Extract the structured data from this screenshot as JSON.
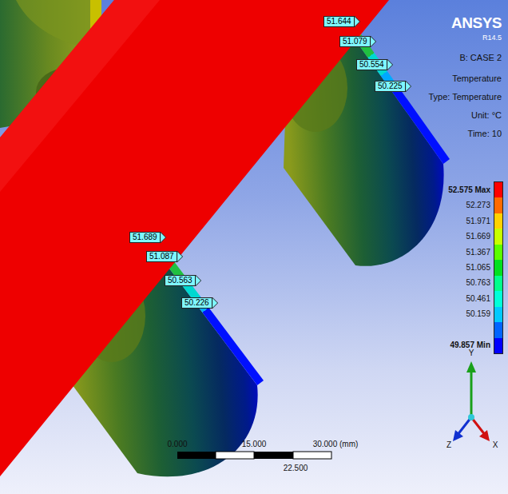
{
  "diagram": {
    "nodes": [
      {
        "text": [
          "51.644"
        ]
      },
      {
        "text": [
          "51.079"
        ]
      },
      {
        "text": [
          "50.554"
        ]
      },
      {
        "text": [
          "50.225"
        ]
      },
      {
        "text": [
          "51.689"
        ]
      },
      {
        "text": [
          "51.087"
        ]
      },
      {
        "text": [
          "50.563"
        ]
      },
      {
        "text": [
          "50.226"
        ]
      }
    ],
    "labels": [
      "ANSYS",
      "R14.5",
      "B: CASE 2",
      "Temperature",
      "Type: Temperature",
      "Unit: °C",
      "Time: 10",
      "0.000",
      "15.000",
      "30.000 (mm)",
      "22.500",
      "Y",
      "Z",
      "X"
    ],
    "legend": [
      {
        "text": "52.575 Max",
        "color": "#ff0000"
      },
      {
        "text": "52.273",
        "color": "#ff6a00"
      },
      {
        "text": "51.971",
        "color": "#ffd200"
      },
      {
        "text": "51.669",
        "color": "#c8ff00"
      },
      {
        "text": "51.367",
        "color": "#5aff00"
      },
      {
        "text": "51.065",
        "color": "#00e020"
      },
      {
        "text": "50.763",
        "color": "#00ff8c"
      },
      {
        "text": "50.461",
        "color": "#00ffd8"
      },
      {
        "text": "50.159",
        "color": "#00c8ff"
      },
      {
        "text": "",
        "color": "#0064ff"
      },
      {
        "text": "49.857 Min",
        "color": "#0000ff"
      }
    ]
  }
}
